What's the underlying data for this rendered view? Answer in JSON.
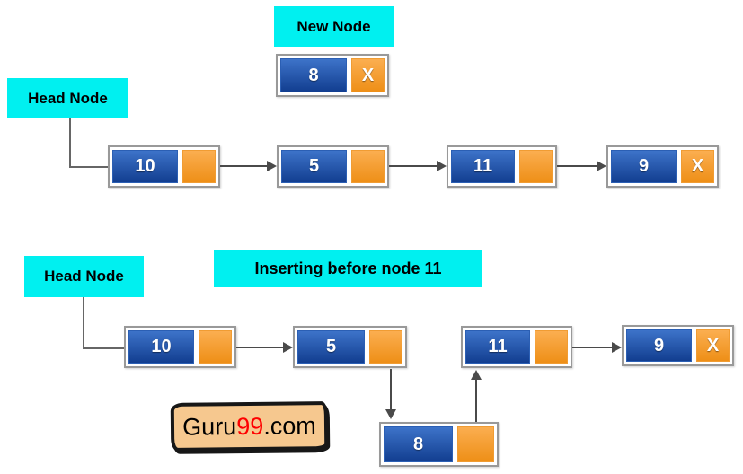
{
  "colors": {
    "page_bg": "#ffffff",
    "cyan_label": "#00f0f0",
    "node_border": "#999999",
    "node_blue_top": "#3d73c9",
    "node_blue_bottom": "#123e90",
    "node_blue_border": "#2b5fb4",
    "node_orange_top": "#fbae50",
    "node_orange_bottom": "#ee8f17",
    "node_orange_border": "#f09c33",
    "arrow": "#4a4a4a",
    "connector": "#666666",
    "logo_bg": "#f6c88f",
    "logo_border": "#171717",
    "logo_red": "#fe0000"
  },
  "section1": {
    "new_node_label": "New Node",
    "head_label": "Head Node",
    "new_node": {
      "value": "8",
      "pointer": "X"
    },
    "nodes": [
      {
        "value": "10",
        "pointer": ""
      },
      {
        "value": "5",
        "pointer": ""
      },
      {
        "value": "11",
        "pointer": ""
      },
      {
        "value": "9",
        "pointer": "X"
      }
    ]
  },
  "section2": {
    "head_label": "Head Node",
    "caption": "Inserting before node 11",
    "nodes": [
      {
        "value": "10",
        "pointer": ""
      },
      {
        "value": "5",
        "pointer": ""
      },
      {
        "value": "11",
        "pointer": ""
      },
      {
        "value": "9",
        "pointer": "X"
      }
    ],
    "inserted_node": {
      "value": "8",
      "pointer": ""
    }
  },
  "logo": {
    "part1": "Guru",
    "part2": "99",
    "part3": ".com"
  }
}
